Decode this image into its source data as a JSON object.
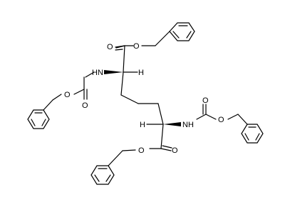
{
  "molecule": {
    "atoms": {
      "o_ester_carbonyl_top": "O",
      "o_ester_top": "O",
      "h_top": "H",
      "nh_top": "HN",
      "o_carbamate_carbonyl_top": "O",
      "o_carbamate_top": "O",
      "h_bottom": "H",
      "nh_bottom": "NH",
      "o_carbamate_carbonyl_bottom": "O",
      "o_carbamate_bottom": "O",
      "o_ester_bottom": "O",
      "o_ester_carbonyl_bottom": "O"
    }
  }
}
